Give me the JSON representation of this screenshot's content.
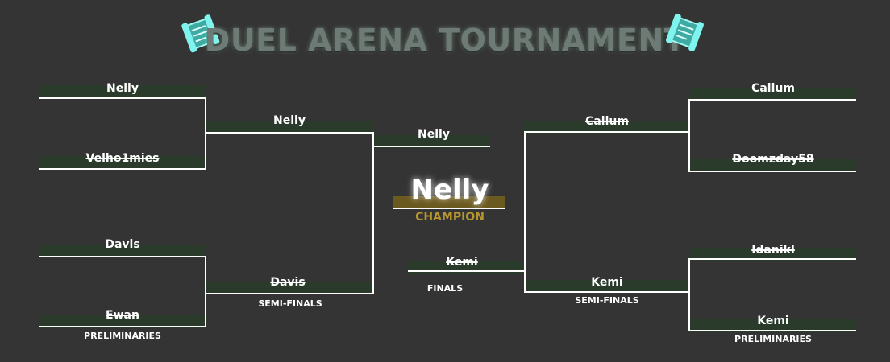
{
  "title": "DUEL ARENA TOURNAMENT",
  "colors": {
    "background": "#343434",
    "slot": "#2a3b2c",
    "line": "#ffffff",
    "champion_accent": "#b8962e",
    "icon_glow": "#7ff3ee"
  },
  "icons": {
    "left": "scroll-icon",
    "right": "scroll-icon"
  },
  "left_preliminaries": {
    "label": "PRELIMINARIES",
    "matches": [
      {
        "top": {
          "name": "Nelly",
          "eliminated": false
        },
        "bottom": {
          "name": "Velho1mies",
          "eliminated": true
        }
      },
      {
        "top": {
          "name": "Davis",
          "eliminated": false
        },
        "bottom": {
          "name": "Ewan",
          "eliminated": true
        }
      }
    ]
  },
  "left_semifinal": {
    "label": "SEMI-FINALS",
    "top": {
      "name": "Nelly",
      "eliminated": false
    },
    "bottom": {
      "name": "Davis",
      "eliminated": true
    }
  },
  "finals": {
    "label": "FINALS",
    "top": {
      "name": "Nelly",
      "eliminated": false
    },
    "bottom": {
      "name": "Kemi",
      "eliminated": true
    }
  },
  "champion": {
    "name": "Nelly",
    "label": "CHAMPION"
  },
  "right_semifinal": {
    "label": "SEMI-FINALS",
    "top": {
      "name": "Callum",
      "eliminated": true
    },
    "bottom": {
      "name": "Kemi",
      "eliminated": false
    }
  },
  "right_preliminaries": {
    "label": "PRELIMINARIES",
    "matches": [
      {
        "top": {
          "name": "Callum",
          "eliminated": false
        },
        "bottom": {
          "name": "Doomzday58",
          "eliminated": true
        }
      },
      {
        "top": {
          "name": "Idanikl",
          "eliminated": true
        },
        "bottom": {
          "name": "Kemi",
          "eliminated": false
        }
      }
    ]
  }
}
